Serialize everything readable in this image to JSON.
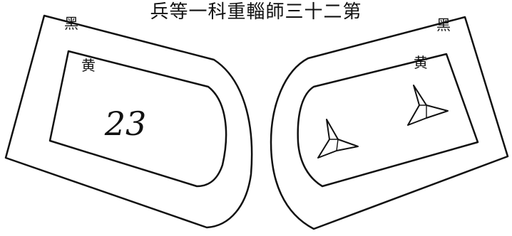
{
  "title": "兵等一科重輜師三十二第",
  "left_tab": {
    "outer_label": "黑",
    "inner_label": "黄",
    "number": "23"
  },
  "right_tab": {
    "outer_label": "黑",
    "inner_label": "黄",
    "emblem_count": 2,
    "emblem_icon": "triangular-star-icon"
  },
  "colors": {
    "ink": "#111111",
    "paper": "#ffffff"
  }
}
